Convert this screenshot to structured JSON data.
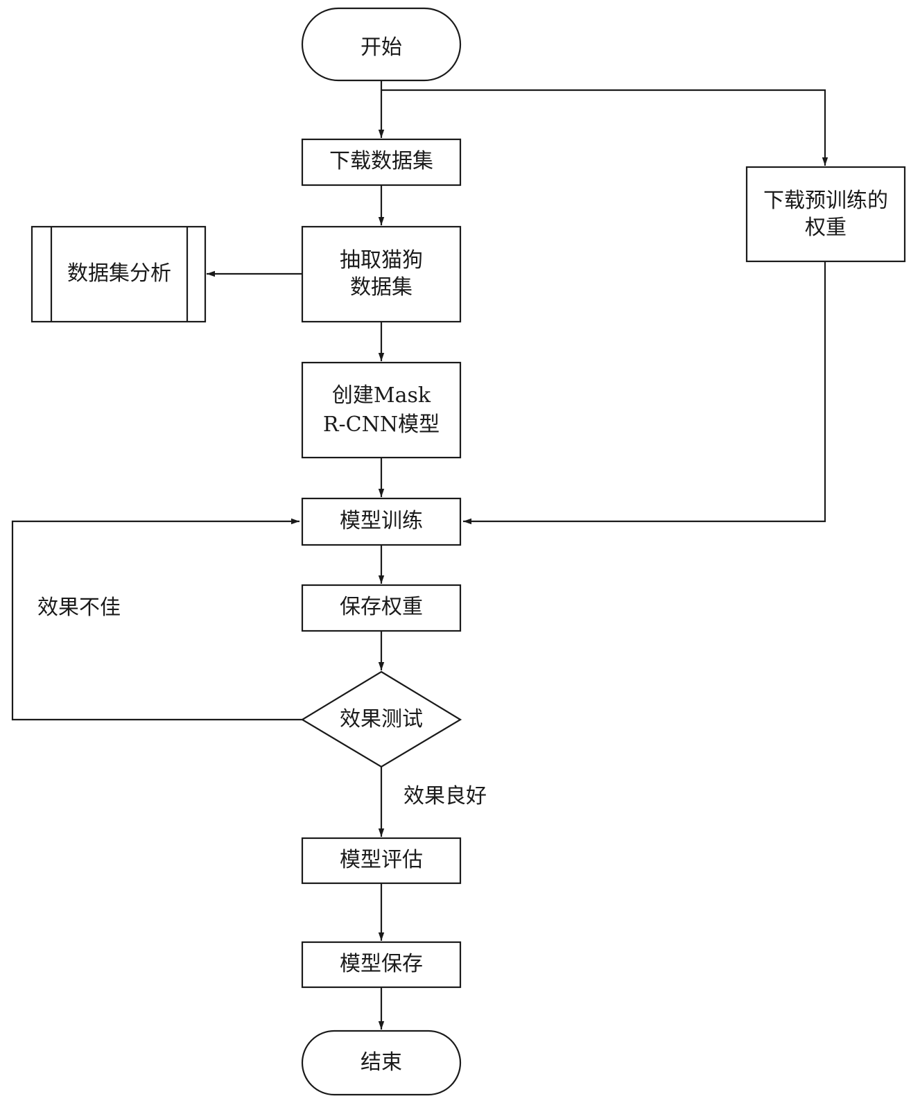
{
  "nodes": {
    "start": "开始",
    "download_dataset": "下载数据集",
    "download_pretrained": [
      "下载预训练的",
      "权重"
    ],
    "extract": [
      "抽取猫狗",
      "数据集"
    ],
    "dataset_analysis": "数据集分析",
    "create_model": [
      "创建Mask",
      "R-CNN模型"
    ],
    "train": "模型训练",
    "save_weights": "保存权重",
    "test": "效果测试",
    "evaluate": "模型评估",
    "save_model": "模型保存",
    "end": "结束"
  },
  "edge_labels": {
    "bad": "效果不佳",
    "good": "效果良好"
  }
}
